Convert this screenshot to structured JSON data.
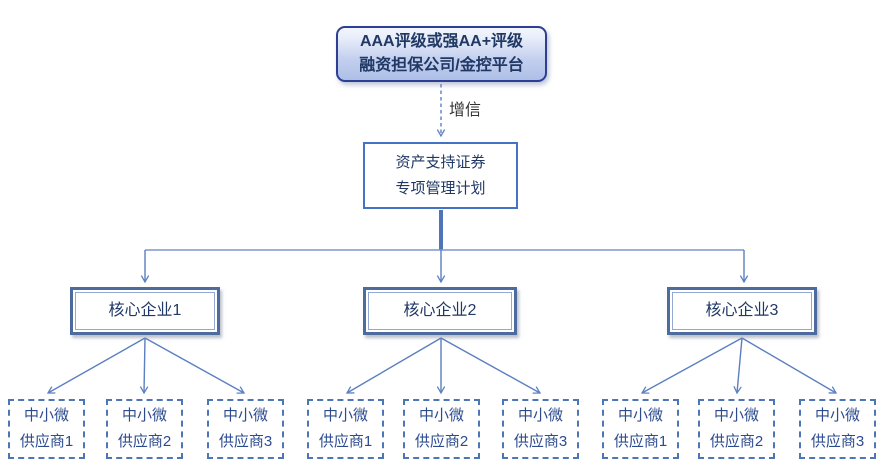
{
  "diagram": {
    "top_box": {
      "line1": "AAA评级或强AA+评级",
      "line2": "融资担保公司/金控平台"
    },
    "credit_arrow_label": "增信",
    "abs_box": {
      "line1": "资产支持证券",
      "line2": "专项管理计划"
    },
    "core_enterprises": [
      {
        "label": "核心企业1"
      },
      {
        "label": "核心企业2"
      },
      {
        "label": "核心企业3"
      }
    ],
    "supplier_groups": [
      {
        "suppliers": [
          {
            "line1": "中小微",
            "line2": "供应商1"
          },
          {
            "line1": "中小微",
            "line2": "供应商2"
          },
          {
            "line1": "中小微",
            "line2": "供应商3"
          }
        ]
      },
      {
        "suppliers": [
          {
            "line1": "中小微",
            "line2": "供应商1"
          },
          {
            "line1": "中小微",
            "line2": "供应商2"
          },
          {
            "line1": "中小微",
            "line2": "供应商3"
          }
        ]
      },
      {
        "suppliers": [
          {
            "line1": "中小微",
            "line2": "供应商1"
          },
          {
            "line1": "中小微",
            "line2": "供应商2"
          },
          {
            "line1": "中小微",
            "line2": "供应商3"
          }
        ]
      }
    ],
    "colors": {
      "connector": "#5b7fc0",
      "trunk": "#4f74b8",
      "hbar": "#7b96cd",
      "top_box_border": "#2e3e92",
      "top_box_fill_top": "#e9eefa",
      "top_box_fill_bottom": "#aebfe7",
      "abs_border": "#4472c4",
      "core_border": "#4e6b9e",
      "core_inner_border": "#93a9d1",
      "supplier_border": "#4d76b5",
      "dark_text": "#1f3864",
      "supplier_text": "#2d4c8f",
      "label_text": "#333333"
    }
  }
}
